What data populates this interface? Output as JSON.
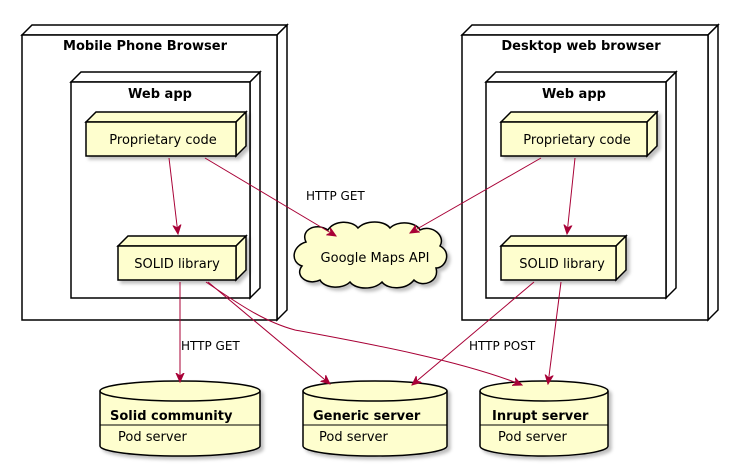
{
  "colors": {
    "node_fill": "#FEFECE",
    "node_stroke": "#000000",
    "arrow": "#A80036",
    "background": "#FFFFFF"
  },
  "nodes": {
    "mobile_browser": "Mobile Phone Browser",
    "desktop_browser": "Desktop web browser",
    "mobile_webapp": "Web app",
    "desktop_webapp": "Web app",
    "mobile_proprietary": "Proprietary code",
    "mobile_solid": "SOLID library",
    "desktop_proprietary": "Proprietary code",
    "desktop_solid": "SOLID library",
    "maps_api": "Google Maps API"
  },
  "databases": {
    "solid_community": {
      "title": "Solid community",
      "subtitle": "Pod server"
    },
    "generic_server": {
      "title": "Generic server",
      "subtitle": "Pod server"
    },
    "inrupt_server": {
      "title": "Inrupt server",
      "subtitle": "Pod server"
    }
  },
  "edge_labels": {
    "http_get_maps": "HTTP GET",
    "http_get_solid": "HTTP GET",
    "http_post": "HTTP POST"
  }
}
